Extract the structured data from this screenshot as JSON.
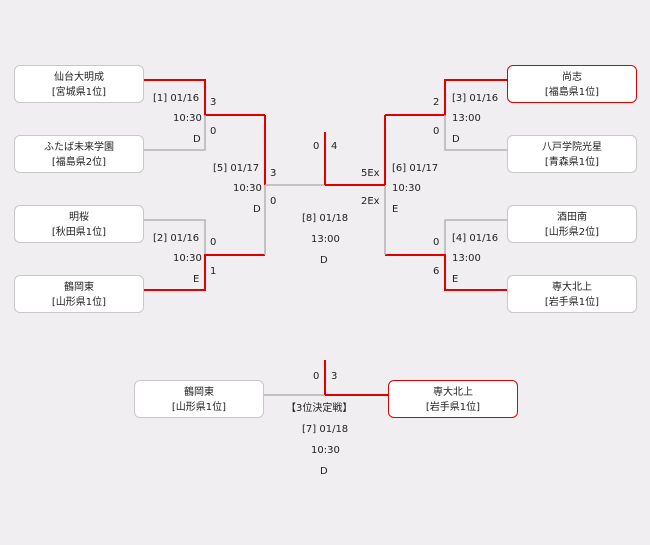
{
  "colors": {
    "winner_line": "#e00000",
    "loser_line": "#b4b4b4",
    "winner_border": "#e00000",
    "box_border": "#c8c8c8"
  },
  "teams": {
    "sendai": {
      "name": "仙台大明成",
      "pref": "[宮城県1位]"
    },
    "futaba": {
      "name": "ふたば未来学園",
      "pref": "[福島県2位]"
    },
    "meio": {
      "name": "明桜",
      "pref": "[秋田県1位]"
    },
    "tsuruoka": {
      "name": "鶴岡東",
      "pref": "[山形県1位]"
    },
    "shoshi": {
      "name": "尚志",
      "pref": "[福島県1位]"
    },
    "hachinohe": {
      "name": "八戸学院光星",
      "pref": "[青森県1位]"
    },
    "sakata": {
      "name": "酒田南",
      "pref": "[山形県2位]"
    },
    "sendaihoku": {
      "name": "専大北上",
      "pref": "[岩手県1位]"
    },
    "third_left": {
      "name": "鶴岡東",
      "pref": "[山形県1位]"
    },
    "third_right": {
      "name": "専大北上",
      "pref": "[岩手県1位]"
    }
  },
  "matches": {
    "m1": {
      "label": "[1] 01/16",
      "time": "10:30",
      "court": "D",
      "score_top": "3",
      "score_bottom": "0"
    },
    "m2": {
      "label": "[2] 01/16",
      "time": "10:30",
      "court": "E",
      "score_top": "0",
      "score_bottom": "1"
    },
    "m3": {
      "label": "[3] 01/16",
      "time": "13:00",
      "court": "D",
      "score_top": "2",
      "score_bottom": "0"
    },
    "m4": {
      "label": "[4] 01/16",
      "time": "13:00",
      "court": "E",
      "score_top": "0",
      "score_bottom": "6"
    },
    "m5": {
      "label": "[5] 01/17",
      "time": "10:30",
      "court": "D",
      "score_top": "3",
      "score_bottom": "0"
    },
    "m6": {
      "label": "[6] 01/17",
      "time": "10:30",
      "court": "E",
      "score_top": "5Ex",
      "score_bottom": "2Ex"
    },
    "m8": {
      "label": "[8] 01/18",
      "time": "13:00",
      "court": "D",
      "score_left": "0",
      "score_right": "4"
    },
    "m7": {
      "title": "【3位決定戦】",
      "label": "[7] 01/18",
      "time": "10:30",
      "court": "D",
      "score_left": "0",
      "score_right": "3"
    }
  }
}
